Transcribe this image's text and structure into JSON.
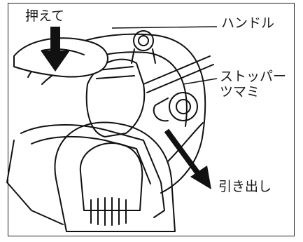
{
  "figure": {
    "labels": {
      "press": "押えて",
      "handle": "ハンドル",
      "stopper_line1": "ストッパー",
      "stopper_line2": "ツマミ",
      "pull_out": "引き出し"
    }
  }
}
